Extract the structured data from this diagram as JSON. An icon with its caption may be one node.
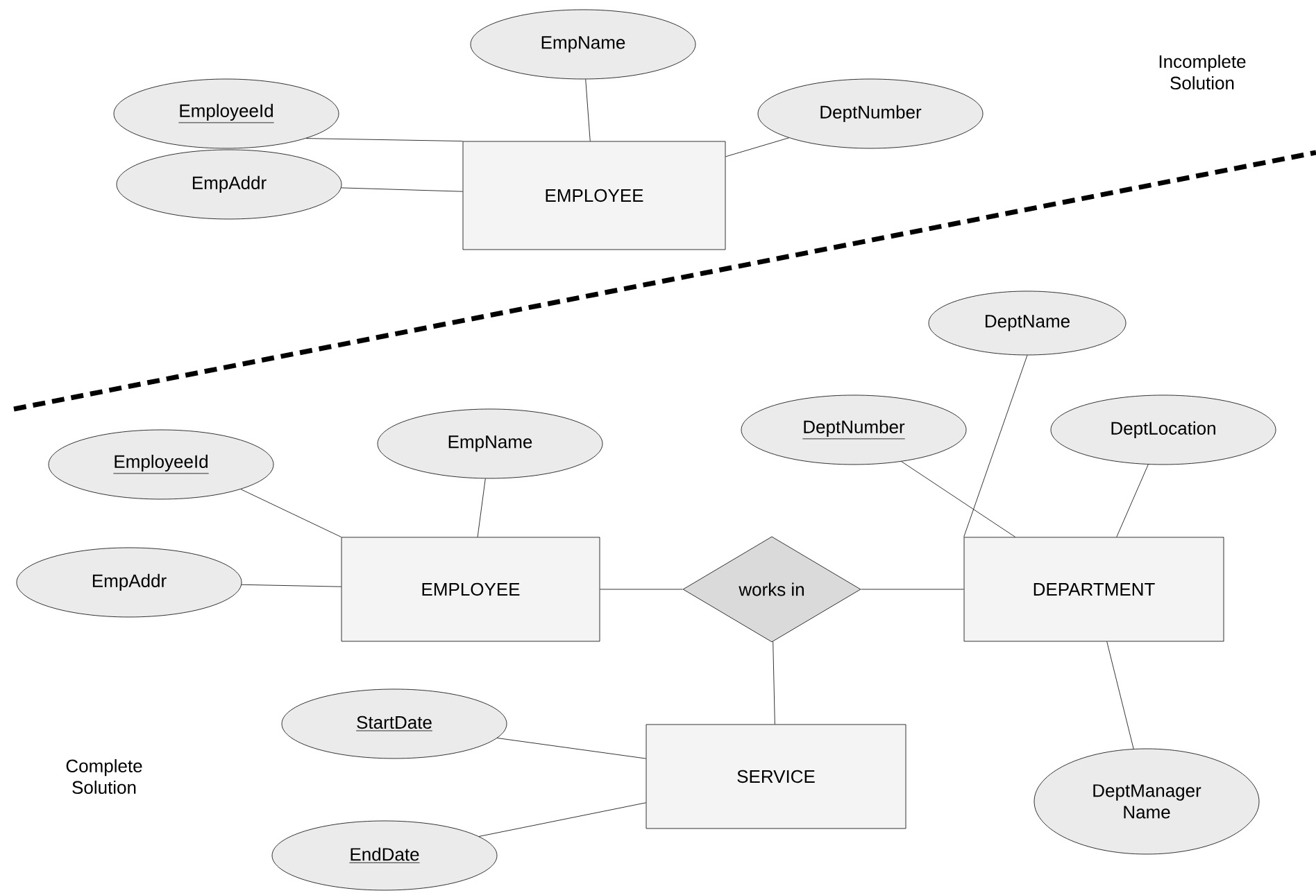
{
  "diagram": {
    "nodes": [
      {
        "text": [
          "EmployeeId"
        ]
      },
      {
        "text": [
          "EmpName"
        ]
      },
      {
        "text": [
          "DeptNumber"
        ]
      },
      {
        "text": [
          "EmpAddr"
        ]
      },
      {
        "text": [
          "EMPLOYEE"
        ]
      },
      {
        "text": [
          "DeptName"
        ]
      },
      {
        "text": [
          "EmployeeId"
        ]
      },
      {
        "text": [
          "EmpName"
        ]
      },
      {
        "text": [
          "DeptNumber"
        ]
      },
      {
        "text": [
          "DeptLocation"
        ]
      },
      {
        "text": [
          "EmpAddr"
        ]
      },
      {
        "text": [
          "EMPLOYEE"
        ]
      },
      {
        "text": [
          "works in"
        ]
      },
      {
        "text": [
          "DEPARTMENT"
        ]
      },
      {
        "text": [
          "StartDate"
        ]
      },
      {
        "text": [
          "SERVICE"
        ]
      },
      {
        "text": [
          "DeptManager Name"
        ]
      },
      {
        "text": [
          "EndDate"
        ]
      }
    ],
    "edges": [
      {
        "from": 0,
        "to": 4,
        "arrow": "none"
      },
      {
        "from": 1,
        "to": 4,
        "arrow": "none"
      },
      {
        "from": 2,
        "to": 4,
        "arrow": "none"
      },
      {
        "from": 3,
        "to": 4,
        "arrow": "none"
      },
      {
        "from": 6,
        "to": 11,
        "arrow": "none"
      },
      {
        "from": 7,
        "to": 11,
        "arrow": "none"
      },
      {
        "from": 10,
        "to": 11,
        "arrow": "none"
      },
      {
        "from": 11,
        "to": 12,
        "arrow": "none"
      },
      {
        "from": 12,
        "to": 13,
        "arrow": "none"
      },
      {
        "from": 5,
        "to": 13,
        "arrow": "none"
      },
      {
        "from": 8,
        "to": 13,
        "arrow": "none"
      },
      {
        "from": 9,
        "to": 13,
        "arrow": "none"
      },
      {
        "from": 12,
        "to": 15,
        "arrow": "none"
      },
      {
        "from": 14,
        "to": 15,
        "arrow": "none"
      },
      {
        "from": 17,
        "to": 15,
        "arrow": "none"
      },
      {
        "from": 13,
        "to": 16,
        "arrow": "none"
      }
    ],
    "labels": [
      "Incomplete Solution",
      "Complete Solution"
    ]
  }
}
